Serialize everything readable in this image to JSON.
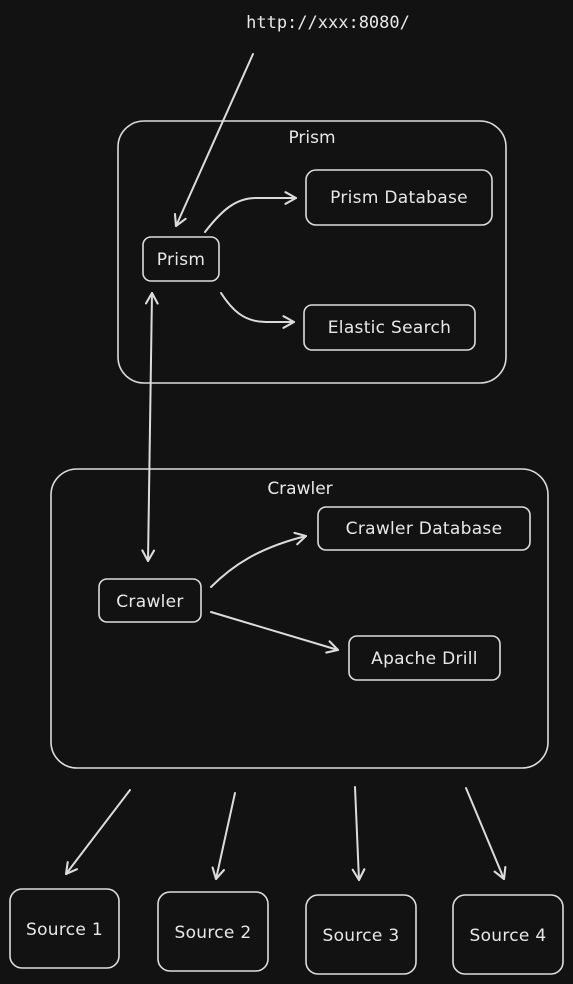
{
  "url": "http://xxx:8080/",
  "groups": {
    "prism": {
      "title": "Prism",
      "node": "Prism",
      "database": "Prism Database",
      "search": "Elastic Search"
    },
    "crawler": {
      "title": "Crawler",
      "node": "Crawler",
      "database": "Crawler Database",
      "drill": "Apache Drill"
    }
  },
  "sources": [
    "Source 1",
    "Source 2",
    "Source 3",
    "Source 4"
  ],
  "colors": {
    "background": "#121212",
    "stroke": "#dcdcdc",
    "text": "#e8e8e8"
  }
}
